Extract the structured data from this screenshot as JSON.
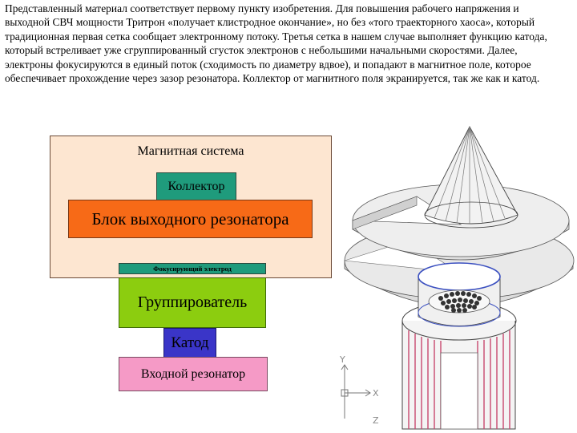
{
  "text": {
    "paragraph": "Представленный материал соответствует первому пункту изобретения. Для повышения рабочего напряжения и выходной СВЧ мощности Тритрон «получает клистродное окончание», но без «того траекторного хаоса», который традиционная  первая сетка сообщает электронному потоку. Третья сетка в нашем случае выполняет функцию катода, который встреливает уже сгруппированный  сгусток электронов с небольшими начальными скоростями. Далее, электроны фокусируются в единый поток (сходимость по диаметру вдвое), и попадают в магнитное поле, которое обеспечивает прохождение через зазор резонатора.  Коллектор от магнитного поля экранируется, так же как и катод."
  },
  "diagram": {
    "magnet_system": "Магнитная система",
    "collector": "Коллектор",
    "output_resonator": "Блок выходного резонатора",
    "focusing_electrode": "Фокусирующий электрод",
    "buncher": "Группирователь",
    "cathode": "Катод",
    "input_resonator": "Входной резонатор"
  },
  "drawing": {
    "axis_y": "Y",
    "axis_x": "X",
    "axis_z": "Z"
  },
  "colors": {
    "magnet": "#fde6d1",
    "collector": "#1f9b7c",
    "output_resonator": "#f76a17",
    "buncher": "#8ccd0f",
    "cathode": "#3a35c8",
    "input_resonator": "#f59ac6"
  }
}
